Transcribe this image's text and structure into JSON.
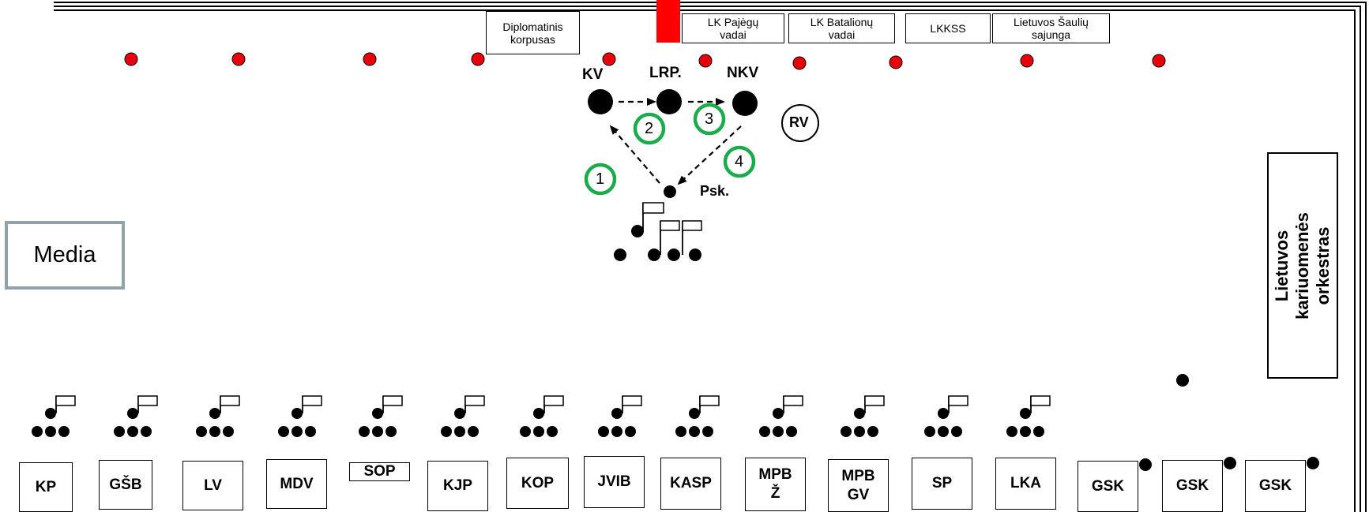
{
  "top_boxes": [
    {
      "id": "diplomatic",
      "text": "Diplomatinis\nkorpusas"
    },
    {
      "id": "pajegu",
      "text": "LK Pajėgų\nvadai"
    },
    {
      "id": "batalionu",
      "text": "LK Batalionų\nvadai"
    },
    {
      "id": "lkkss",
      "text": "LKKSS"
    },
    {
      "id": "sauliu",
      "text": "Lietuvos Šaulių\nsajunga"
    }
  ],
  "media_label": "Media",
  "orchestra_label": "Lietuvos kariuomenės\norkestras",
  "positions": {
    "kv": "KV",
    "lrp": "LRP.",
    "nkv": "NKV",
    "rv": "RV",
    "psk": "Psk."
  },
  "steps": [
    "1",
    "2",
    "3",
    "4"
  ],
  "units": [
    "KP",
    "GŠB",
    "LV",
    "MDV",
    "SOP",
    "KJP",
    "KOP",
    "JVIB",
    "KASP",
    "MPB\nŽ",
    "MPB\nGV",
    "SP",
    "LKA",
    "GSK",
    "GSK",
    "GSK"
  ],
  "colors": {
    "marker_red": "#e8000b",
    "red_block": "#ff0000",
    "step_green": "#1aab4b",
    "media_border": "#8fa3a8"
  }
}
